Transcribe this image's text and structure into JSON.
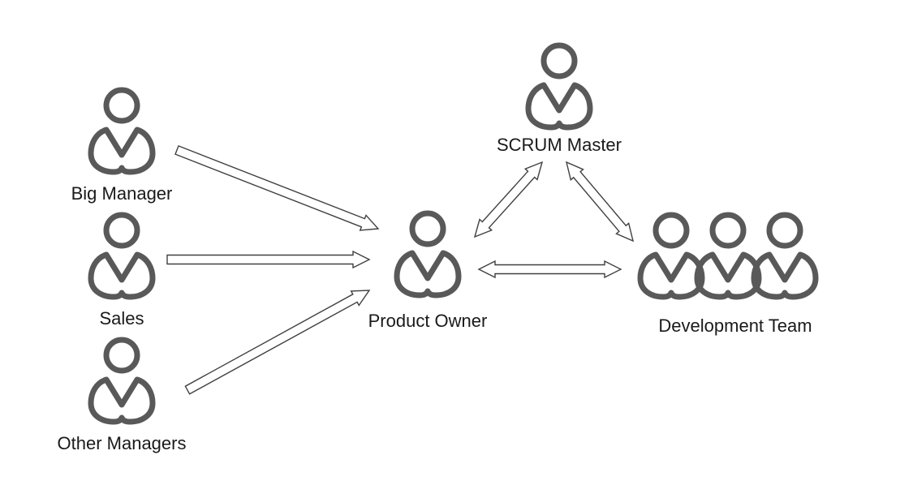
{
  "colors": {
    "person_stroke": "#595959",
    "arrow_stroke": "#404040",
    "arrow_fill": "#ffffff",
    "label_text": "#1a1a1a"
  },
  "icons": {
    "person": "person-icon",
    "team": "team-icon"
  },
  "nodes": {
    "big_manager": "Big Manager",
    "sales": "Sales",
    "other_managers": "Other Managers",
    "product_owner": "Product Owner",
    "scrum_master": "SCRUM Master",
    "development_team": "Development Team"
  },
  "edges": [
    {
      "from": "big_manager",
      "to": "product_owner",
      "type": "one-way"
    },
    {
      "from": "sales",
      "to": "product_owner",
      "type": "one-way"
    },
    {
      "from": "other_managers",
      "to": "product_owner",
      "type": "one-way"
    },
    {
      "from": "product_owner",
      "to": "scrum_master",
      "type": "two-way"
    },
    {
      "from": "scrum_master",
      "to": "development_team",
      "type": "two-way"
    },
    {
      "from": "product_owner",
      "to": "development_team",
      "type": "two-way"
    }
  ]
}
